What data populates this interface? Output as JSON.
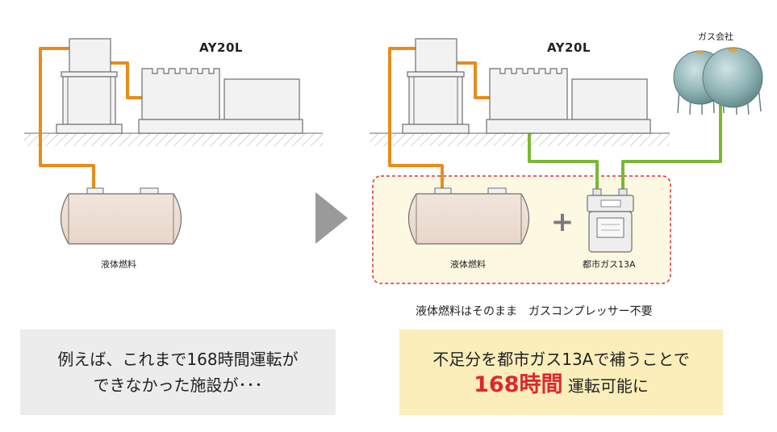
{
  "left_panel": {
    "model_label": "AY20L",
    "tank_label": "液体燃料"
  },
  "right_panel": {
    "model_label": "AY20L",
    "gas_company_label": "ガス会社",
    "tank_label": "液体燃料",
    "meter_label": "都市ガス13A",
    "plus_sign": "+",
    "note": "液体燃料はそのまま　ガスコンプレッサー不要"
  },
  "caption_left": {
    "line1": "例えば、これまで168時間運転が",
    "line2": "できなかった施設が･･･"
  },
  "caption_right": {
    "line1": "不足分を都市ガス13Aで補うことで",
    "highlight": "168時間",
    "line2_rest": "運転可能に"
  },
  "colors": {
    "liquid_fuel_pipe": "#e98b1c",
    "gas_pipe": "#7ab833",
    "dashed_border": "#d9323c",
    "highlight_text": "#e0262f",
    "caption_left_bg": "#ececec",
    "caption_right_bg": "#fbeeba",
    "arrow": "#9a9a9a"
  }
}
